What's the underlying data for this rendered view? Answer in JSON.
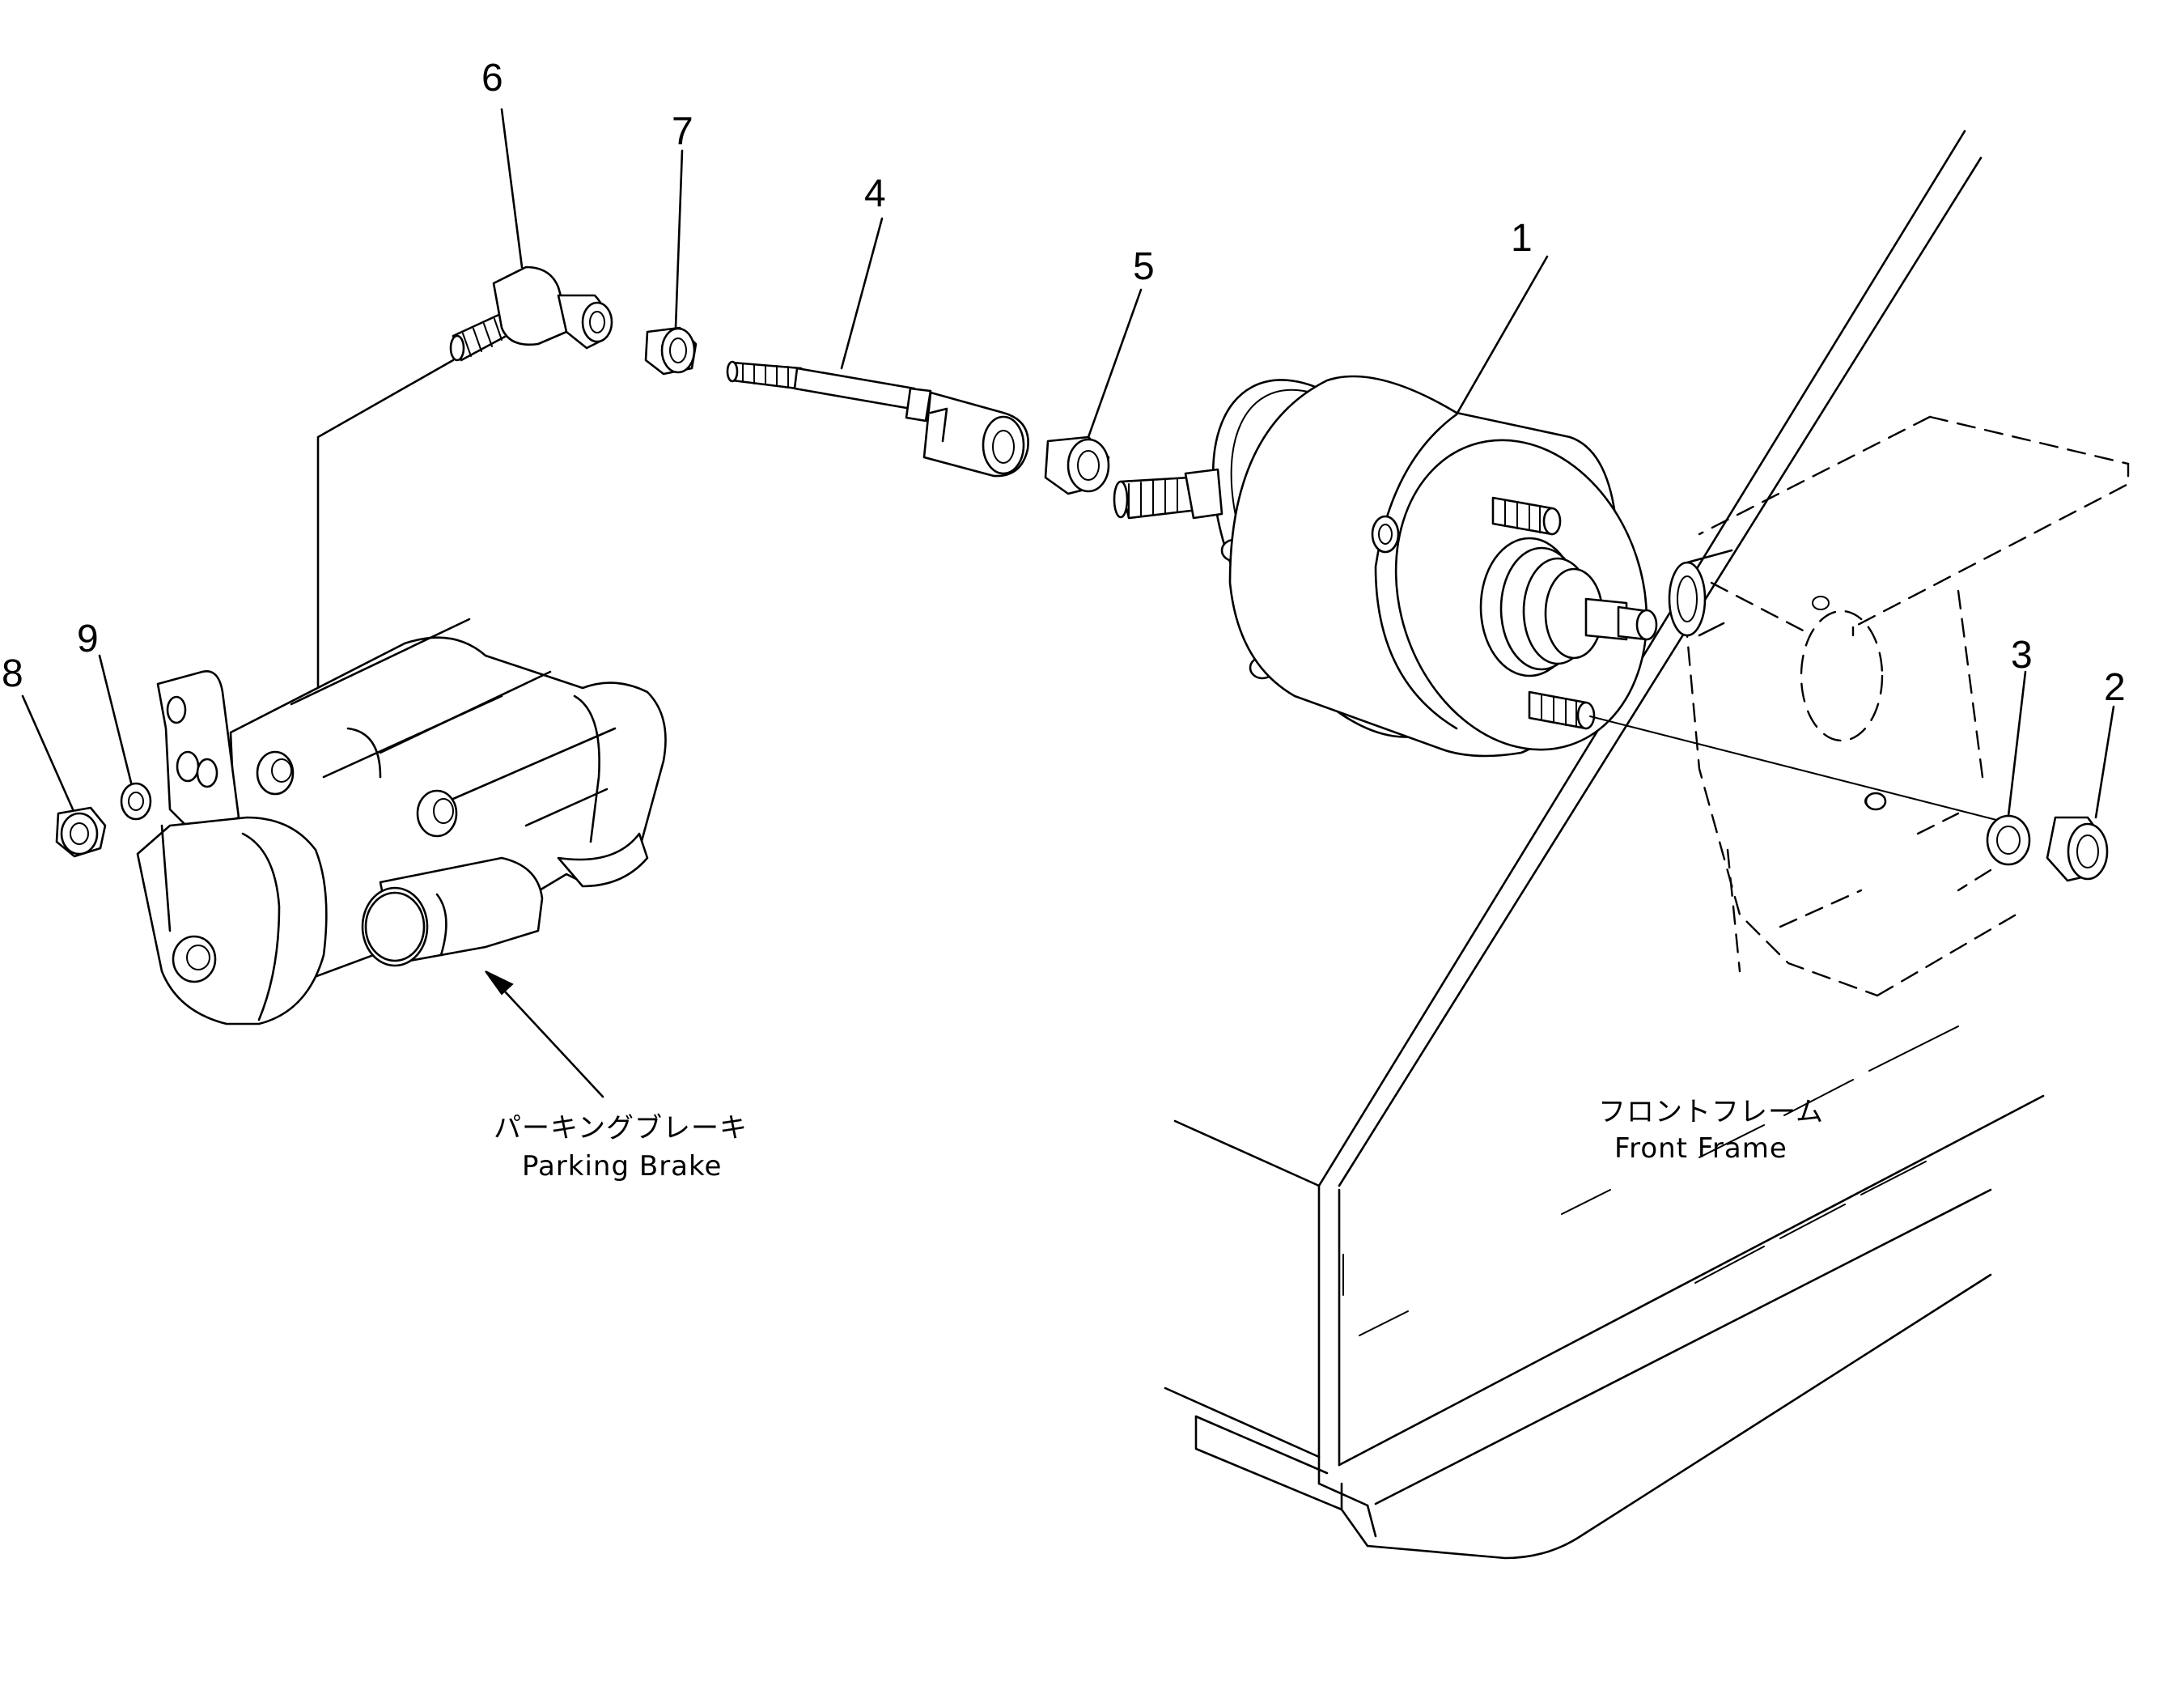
{
  "callouts": {
    "c1": "1",
    "c2": "2",
    "c3": "3",
    "c4": "4",
    "c5": "5",
    "c6": "6",
    "c7": "7",
    "c8": "8",
    "c9": "9"
  },
  "labels": {
    "parking_brake_jp": "パーキングブレーキ",
    "parking_brake_en": "Parking Brake",
    "front_frame_jp": "フロントフレーム",
    "front_frame_en": "Front Frame"
  }
}
